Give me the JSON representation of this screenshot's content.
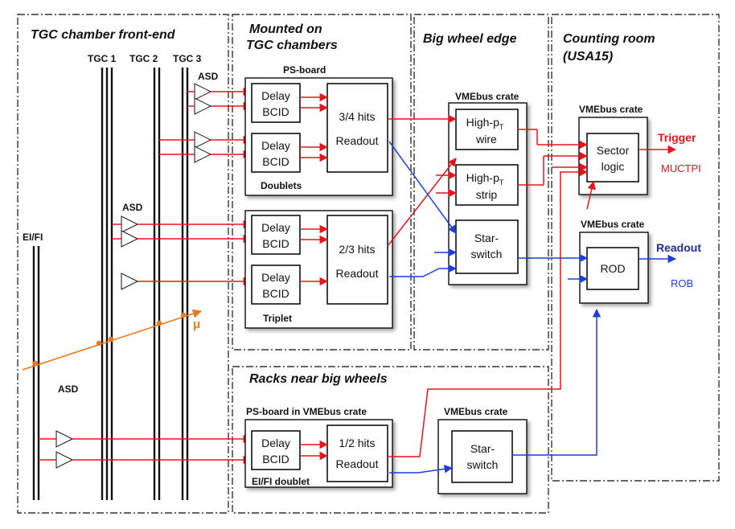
{
  "regions": {
    "front_end": "TGC chamber front-end",
    "mounted_1": "Mounted on",
    "mounted_2": "TGC chambers",
    "big_wheel": "Big wheel edge",
    "counting_1": "Counting room",
    "counting_2": "(USA15)",
    "racks": "Racks near big wheels"
  },
  "labels": {
    "tgc1": "TGC 1",
    "tgc2": "TGC 2",
    "tgc3": "TGC 3",
    "asd": "ASD",
    "eifi": "EI/FI",
    "mu": "μ",
    "ps_board": "PS-board",
    "doublets": "Doublets",
    "triplet": "Triplet",
    "ps_board_vme": "PS-board in VMEbus crate",
    "eifi_doublet": "EI/FI doublet",
    "vmebus_crate": "VMEbus crate"
  },
  "blocks": {
    "delay": "Delay",
    "bcid": "BCID",
    "hits_34": "3/4  hits",
    "hits_23": "2/3  hits",
    "hits_12": "1/2  hits",
    "readout": "Readout",
    "high_p": "High-p",
    "sub_t": "T",
    "wire": "wire",
    "strip": "strip",
    "star": "Star-",
    "switch": "switch",
    "sector": "Sector",
    "logic": "logic",
    "rod": "ROD"
  },
  "outputs": {
    "trigger": "Trigger",
    "muctpi": "MUCTPI",
    "readout": "Readout",
    "rob": "ROB"
  },
  "colors": {
    "trigger_path": "#e8141c",
    "readout_path": "#1c3fd8",
    "muon_track": "#f07818"
  }
}
